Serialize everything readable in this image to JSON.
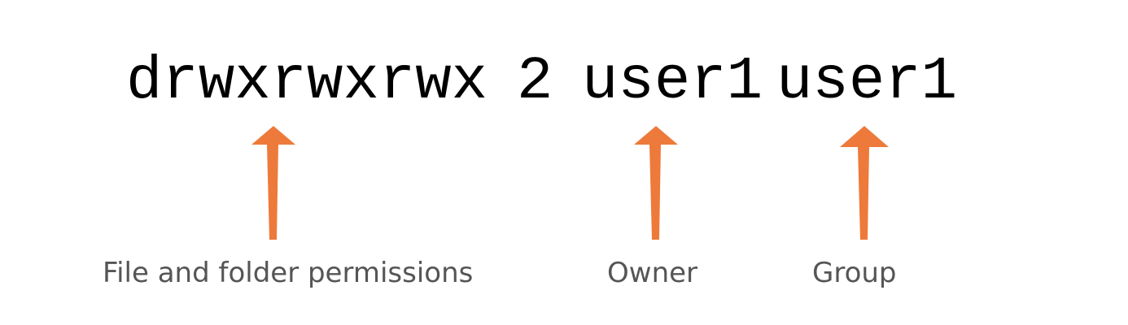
{
  "listing": {
    "permissions": "drwxrwxrwx",
    "links": "2",
    "owner": "user1",
    "group": "user1"
  },
  "captions": {
    "permissions": "File and folder permissions",
    "owner": "Owner",
    "group": "Group"
  },
  "colors": {
    "arrow": "#ED7A3A",
    "listing_text": "#000000",
    "caption_text": "#555555"
  },
  "icons": {
    "pointer": "up-arrow-icon"
  }
}
